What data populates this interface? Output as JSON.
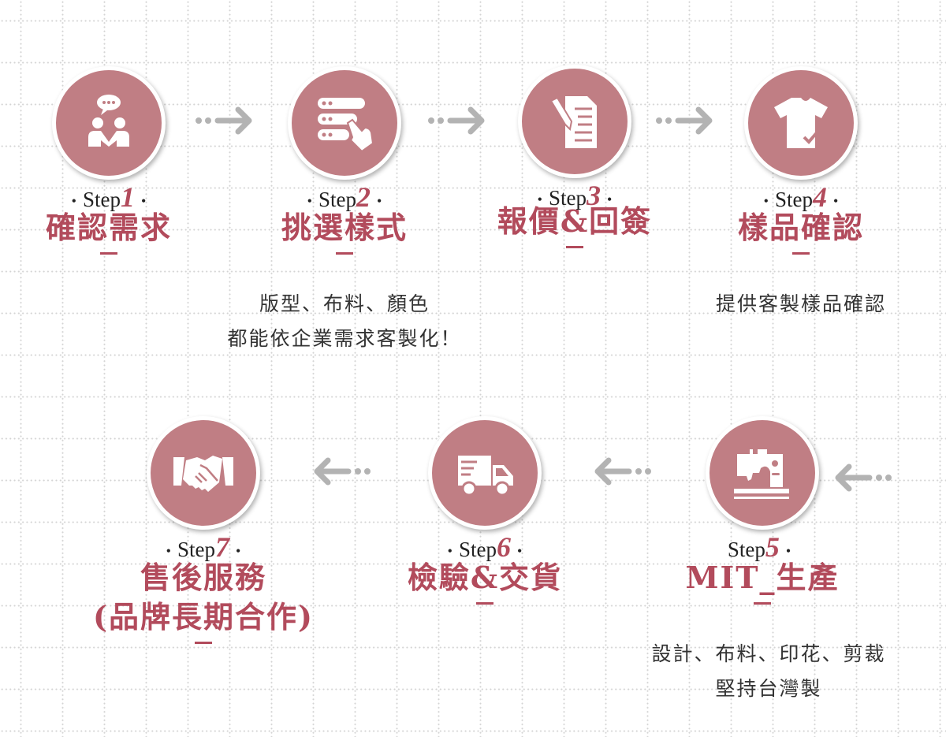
{
  "step_word": "Step",
  "steps": [
    {
      "num": "1",
      "title": "確認需求",
      "icon": "conversation-icon"
    },
    {
      "num": "2",
      "title": "挑選樣式",
      "icon": "select-options-icon",
      "desc": [
        "版型、布料、顏色",
        "都能依企業需求客製化！"
      ]
    },
    {
      "num": "3",
      "title": "報價&回簽",
      "icon": "document-sign-icon"
    },
    {
      "num": "4",
      "title": "樣品確認",
      "icon": "tshirt-check-icon",
      "desc": [
        "提供客製樣品確認"
      ]
    },
    {
      "num": "5",
      "title": "MIT_生產",
      "icon": "sewing-machine-icon",
      "desc": [
        "設計、布料、印花、剪裁",
        "堅持台灣製"
      ]
    },
    {
      "num": "6",
      "title": "檢驗&交貨",
      "icon": "delivery-truck-icon"
    },
    {
      "num": "7",
      "title": "售後服務",
      "title2": "(品牌長期合作)",
      "icon": "handshake-icon"
    }
  ],
  "colors": {
    "accent": "#b24b5c",
    "circle": "#c07e84",
    "arrow": "#b3b3b3"
  }
}
